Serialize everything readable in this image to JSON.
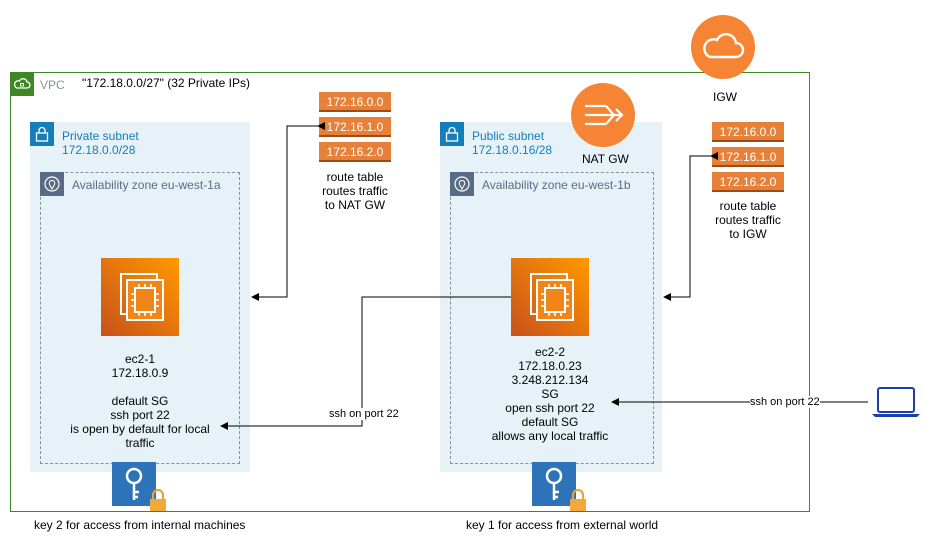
{
  "vpc": {
    "label": "VPC",
    "cidr_note": "\"172.18.0.0/27\" (32 Private IPs)",
    "icon": "cloud-lock-icon",
    "border_color": "#3f8624"
  },
  "private_subnet": {
    "title": "Private subnet",
    "cidr": "172.18.0.0/28",
    "icon": "lock-icon",
    "az": "Availability zone eu-west-1a",
    "instance": {
      "name": "ec2-1",
      "ip": "172.18.0.9",
      "notes": [
        "default SG",
        "ssh port 22",
        "is open by default for local",
        "traffic"
      ]
    },
    "key_caption": "key 2 for access from internal machines"
  },
  "public_subnet": {
    "title": "Public subnet",
    "cidr": "172.18.0.16/28",
    "icon": "lock-icon",
    "az": "Availability zone eu-west-1b",
    "instance": {
      "name": "ec2-2",
      "ip": "172.18.0.23",
      "public_ip": "3.248.212.134",
      "notes": [
        "SG",
        "open ssh port 22",
        "default SG",
        "allows any local traffic"
      ]
    },
    "key_caption": "key 1 for access from external world"
  },
  "nat_gw": {
    "label": "NAT GW",
    "icon": "nat-gateway-icon"
  },
  "igw": {
    "label": "IGW",
    "icon": "internet-gateway-icon"
  },
  "route_table_private": {
    "rows": [
      "172.16.0.0",
      "172.16.1.0",
      "172.16.2.0"
    ],
    "caption": [
      "route table",
      "routes traffic",
      "to NAT GW"
    ]
  },
  "route_table_public": {
    "rows": [
      "172.16.0.0",
      "172.16.1.0",
      "172.16.2.0"
    ],
    "caption": [
      "route table",
      "routes traffic",
      "to IGW"
    ]
  },
  "connections": {
    "internal_ssh": "ssh on port 22",
    "external_ssh": "ssh on port 22"
  },
  "colors": {
    "aws_orange": "#ff9900",
    "subnet_blue": "#147eba",
    "subnet_fill": "#e6f2f8",
    "laptop_blue": "#1a3fa6"
  }
}
